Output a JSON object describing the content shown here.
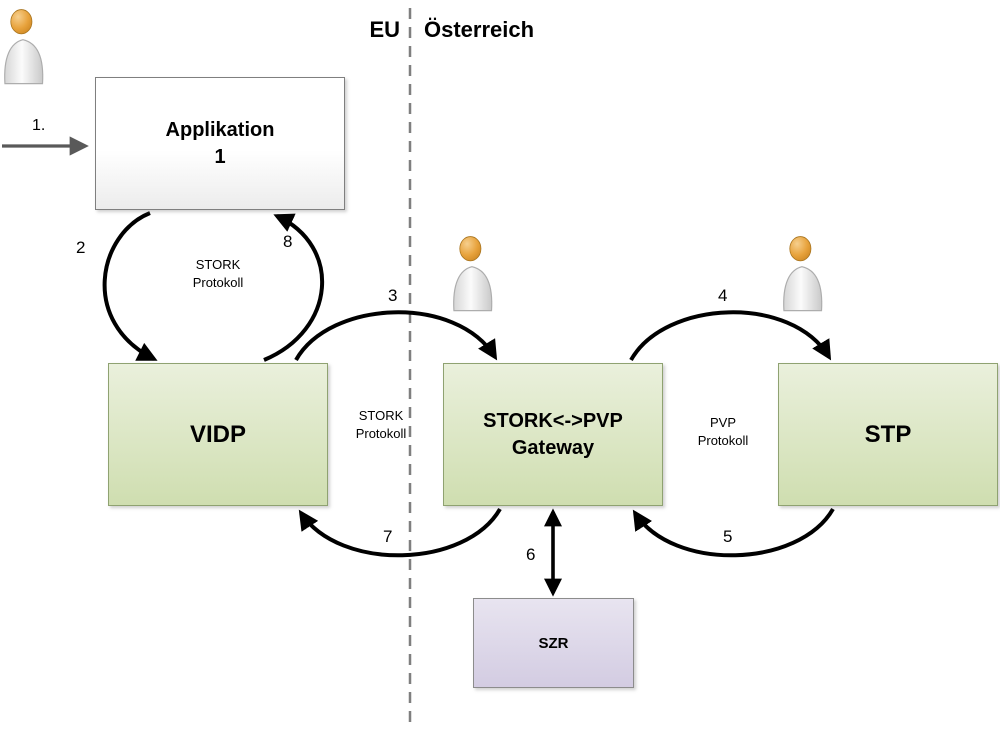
{
  "header": {
    "region_left": "EU",
    "region_right": "Österreich"
  },
  "nodes": {
    "applikation": {
      "line1": "Applikation",
      "line2": "1"
    },
    "vidp": {
      "label": "VIDP"
    },
    "gateway": {
      "line1": "STORK<->PVP",
      "line2": "Gateway"
    },
    "stp": {
      "label": "STP"
    },
    "szr": {
      "label": "SZR"
    }
  },
  "flow_labels": {
    "step1": "1.",
    "step2": "2",
    "step3": "3",
    "step4": "4",
    "step5": "5",
    "step6": "6",
    "step7": "7",
    "step8": "8"
  },
  "protocols": {
    "app_vidp": {
      "line1": "STORK",
      "line2": "Protokoll"
    },
    "vidp_gateway": {
      "line1": "STORK",
      "line2": "Protokoll"
    },
    "gateway_stp": {
      "line1": "PVP",
      "line2": "Protokoll"
    }
  },
  "icons": {
    "person": "person-icon"
  },
  "colors": {
    "node_green": "#cfdeb0",
    "node_green_light": "#eaf0dc",
    "node_green_border": "#8fa271",
    "node_white_border": "#7f7f7f",
    "node_purple": "#d3cce2",
    "node_purple_light": "#e8e4f0",
    "node_purple_border": "#8c8c8c",
    "arrow_black": "#000000",
    "arrow_gray": "#595959",
    "divider_gray": "#7f7f7f",
    "person_head": "#e8a33d"
  }
}
